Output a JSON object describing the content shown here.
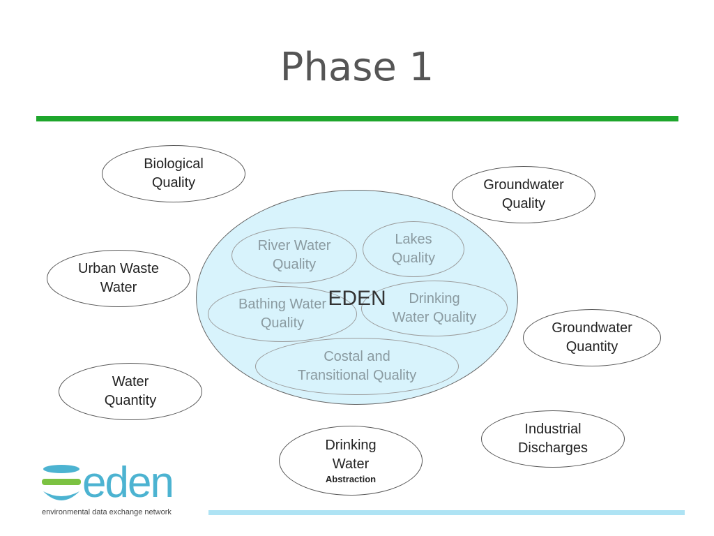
{
  "slide": {
    "title": "Phase 1"
  },
  "diagram": {
    "center_label": "EDEN",
    "inner": [
      {
        "line1": "River Water",
        "line2": "Quality"
      },
      {
        "line1": "Lakes",
        "line2": "Quality"
      },
      {
        "line1": "Bathing Water",
        "line2": "Quality"
      },
      {
        "line1": "Drinking",
        "line2": "Water Quality"
      },
      {
        "line1": "Costal and",
        "line2": "Transitional Quality"
      }
    ],
    "outer": [
      {
        "line1": "Biological",
        "line2": "Quality"
      },
      {
        "line1": "Groundwater",
        "line2": "Quality"
      },
      {
        "line1": "Urban Waste",
        "line2": "Water"
      },
      {
        "line1": "Groundwater",
        "line2": "Quantity"
      },
      {
        "line1": "Water",
        "line2": "Quantity"
      },
      {
        "line1": "Industrial",
        "line2": "Discharges"
      },
      {
        "line1": "Drinking",
        "line2": "Water",
        "line3": "Abstraction"
      }
    ]
  },
  "logo": {
    "wordmark": "eden",
    "tagline": "environmental data exchange network"
  },
  "colors": {
    "title_rule": "#1ea62c",
    "eden_fill": "#d8f3fc",
    "footer_rule": "#aee3f4",
    "logo_green": "#7cc242",
    "logo_blue": "#4cb3d1"
  }
}
